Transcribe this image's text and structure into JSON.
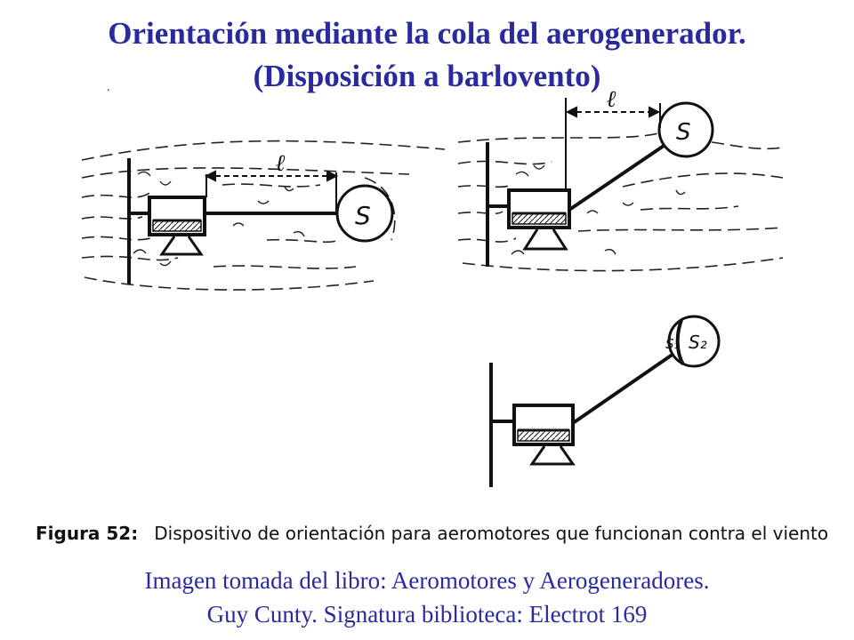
{
  "title": {
    "line1": "Orientación mediante la cola del aerogenerador.",
    "line2": "(Disposición a barlovento)"
  },
  "figure": {
    "caption_label": "Figura 52:",
    "caption_text": "Dispositivo de orientación para aeromotores que funcionan contra el viento",
    "distance_label": "ℓ",
    "tail_label": "S",
    "tail_label_s1": "S₁",
    "tail_label_s2": "S₂",
    "colors": {
      "ink": "#111111",
      "title": "#2a2a9e"
    }
  },
  "credit": {
    "line1": "Imagen tomada del libro: Aeromotores y Aerogeneradores.",
    "line2": "Guy Cunty. Signatura biblioteca: Electrot 169"
  }
}
